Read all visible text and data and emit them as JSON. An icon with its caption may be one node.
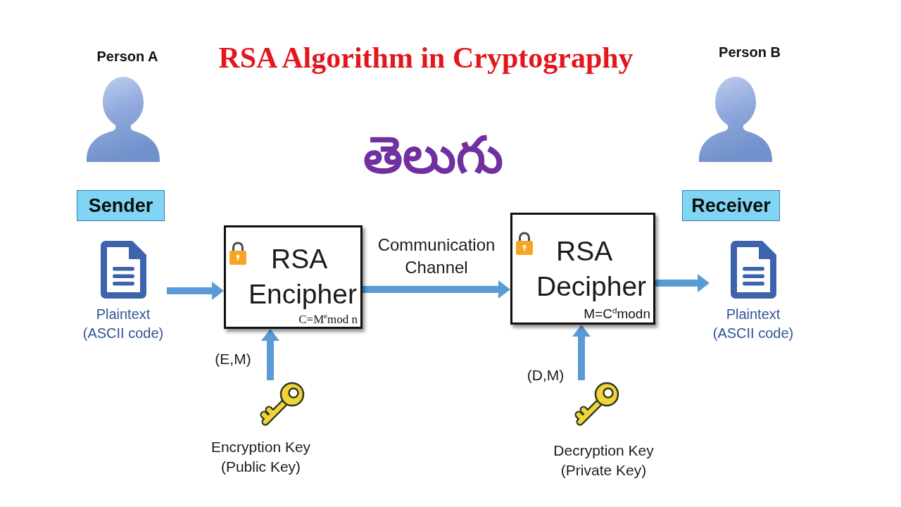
{
  "diagram": {
    "title": "RSA Algorithm in Cryptography",
    "nodes": [
      {
        "text": [
          "Sender"
        ]
      },
      {
        "text": [
          "Receiver"
        ]
      },
      {
        "text": [
          "Plaintext (ASCII code)"
        ]
      },
      {
        "text": [
          "RSA Encipher",
          "C=M$^{e}$mod n"
        ]
      },
      {
        "text": [
          "RSA Decipher",
          "M=C$^{d}$modn"
        ]
      },
      {
        "text": [
          "Plaintext (ASCII code)"
        ]
      },
      {
        "text": [
          "Encryption Key (Public Key)"
        ]
      },
      {
        "text": [
          "Decryption Key (Private Key)"
        ]
      }
    ],
    "edges": [
      {
        "from": 2,
        "to": 3,
        "arrow": "to"
      },
      {
        "from": 3,
        "to": 4,
        "arrow": "to",
        "label": "Communication Channel"
      },
      {
        "from": 4,
        "to": 5,
        "arrow": "to"
      },
      {
        "from": 6,
        "to": 3,
        "arrow": "to",
        "label": "(E,M)"
      },
      {
        "from": 7,
        "to": 4,
        "arrow": "to",
        "label": "(D,M)"
      }
    ],
    "labels": [
      "Person A",
      "Person B",
      "తెలుగు"
    ]
  }
}
